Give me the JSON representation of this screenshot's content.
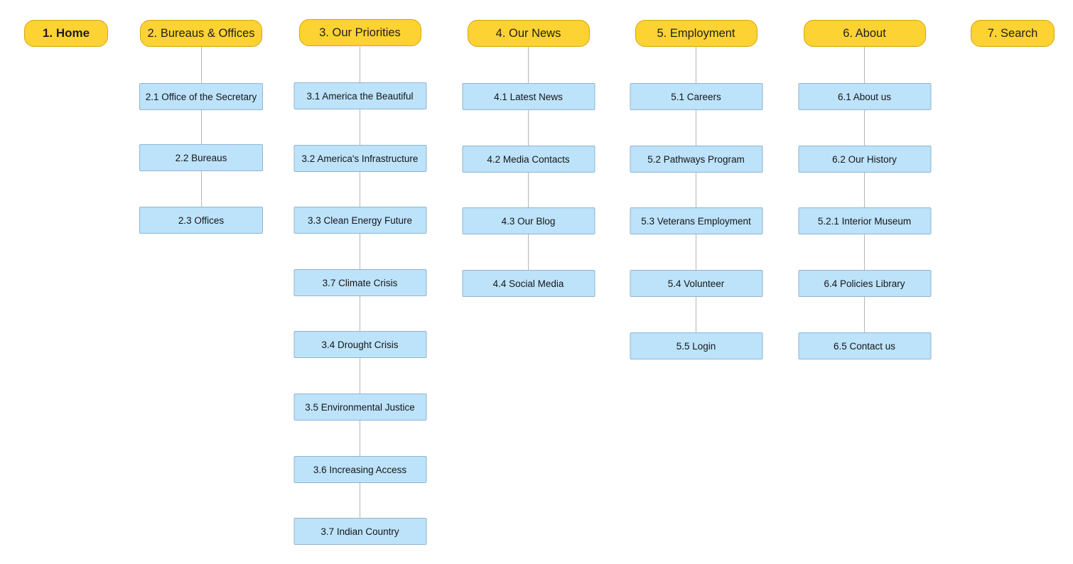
{
  "sitemap": {
    "columns": [
      {
        "title": "1. Home",
        "children": []
      },
      {
        "title": "2. Bureaus & Offices",
        "children": [
          "2.1 Office of the Secretary",
          "2.2 Bureaus",
          "2.3 Offices"
        ]
      },
      {
        "title": "3. Our Priorities",
        "children": [
          "3.1 America the Beautiful",
          "3.2 America's Infrastructure",
          "3.3 Clean Energy Future",
          "3.7 Climate Crisis",
          "3.4 Drought Crisis",
          "3.5 Environmental Justice",
          "3.6 Increasing Access",
          "3.7 Indian Country"
        ]
      },
      {
        "title": "4. Our News",
        "children": [
          "4.1 Latest News",
          "4.2 Media Contacts",
          "4.3 Our Blog",
          "4.4 Social Media"
        ]
      },
      {
        "title": "5. Employment",
        "children": [
          "5.1 Careers",
          "5.2 Pathways Program",
          "5.3 Veterans Employment",
          "5.4 Volunteer",
          "5.5 Login"
        ]
      },
      {
        "title": "6. About",
        "children": [
          "6.1 About us",
          "6.2 Our History",
          "5.2.1 Interior Museum",
          "6.4 Policies Library",
          "6.5 Contact us"
        ]
      },
      {
        "title": "7. Search",
        "children": []
      }
    ]
  },
  "colors": {
    "top_level_fill": "#fdd233",
    "top_level_border": "#d4a514",
    "page_fill": "#bde3fb",
    "page_border": "#8fb3cf",
    "connector": "#b5b5b5"
  }
}
